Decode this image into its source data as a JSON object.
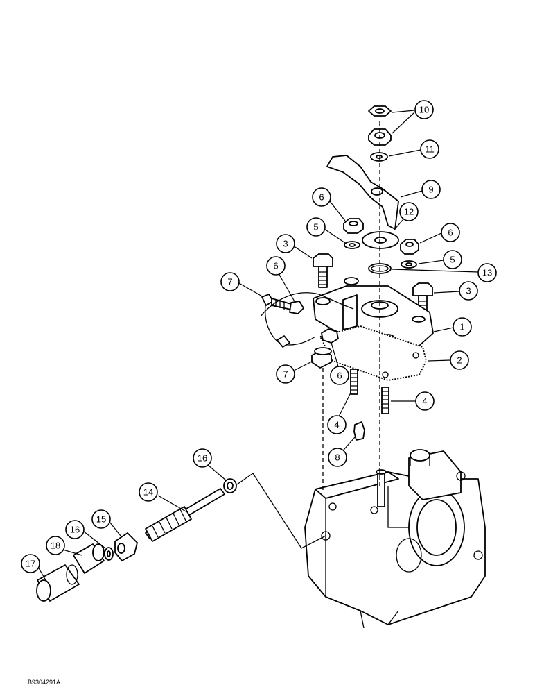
{
  "callouts": [
    {
      "label": "10"
    },
    {
      "label": "11"
    },
    {
      "label": "9"
    },
    {
      "label": "6"
    },
    {
      "label": "12"
    },
    {
      "label": "6"
    },
    {
      "label": "5"
    },
    {
      "label": "5"
    },
    {
      "label": "3"
    },
    {
      "label": "13"
    },
    {
      "label": "7"
    },
    {
      "label": "6"
    },
    {
      "label": "3"
    },
    {
      "label": "1"
    },
    {
      "label": "2"
    },
    {
      "label": "7"
    },
    {
      "label": "6"
    },
    {
      "label": "4"
    },
    {
      "label": "4"
    },
    {
      "label": "8"
    },
    {
      "label": "16"
    },
    {
      "label": "14"
    },
    {
      "label": "15"
    },
    {
      "label": "16"
    },
    {
      "label": "18"
    },
    {
      "label": "17"
    }
  ],
  "document_code": "B9304291A"
}
